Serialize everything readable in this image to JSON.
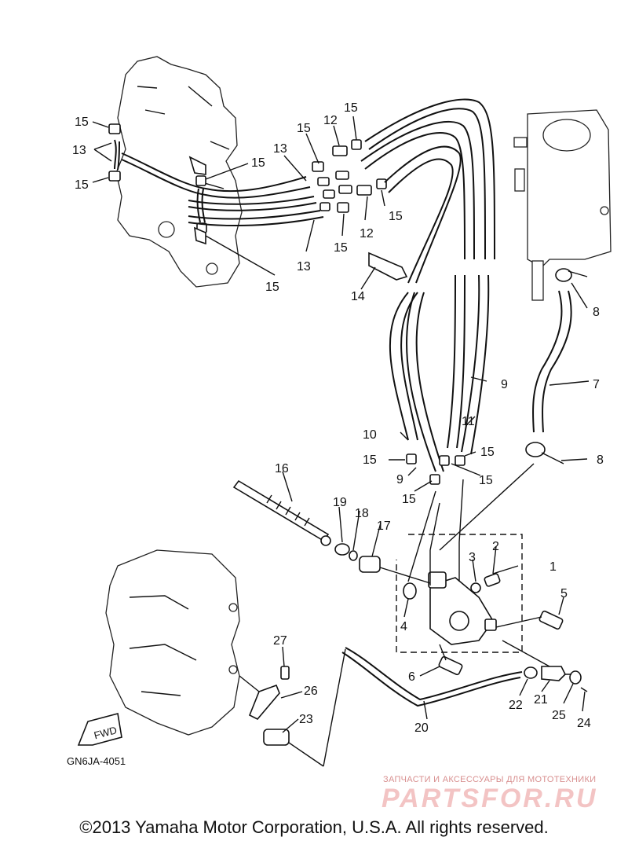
{
  "labels": {
    "l1": "1",
    "l2": "2",
    "l3": "3",
    "l4": "4",
    "l5": "5",
    "l6": "6",
    "l7": "7",
    "l8": "8",
    "l9": "9",
    "l10": "10",
    "l11": "11",
    "l12": "12",
    "l13": "13",
    "l14": "14",
    "l15": "15",
    "l16": "16",
    "l17": "17",
    "l18": "18",
    "l19": "19",
    "l20": "20",
    "l21": "21",
    "l22": "22",
    "l23": "23",
    "l24": "24",
    "l25": "25",
    "l26": "26",
    "l27": "27"
  },
  "fwd": "FWD",
  "diagram_code": "GN6JA-4051",
  "watermark": {
    "tagline": "ЗАПЧАСТИ И АКСЕССУАРЫ ДЛЯ МОТОТЕХНИКИ",
    "brand": "PARTSFOR.RU"
  },
  "copyright": "©2013 Yamaha Motor Corporation, U.S.A. All rights reserved."
}
